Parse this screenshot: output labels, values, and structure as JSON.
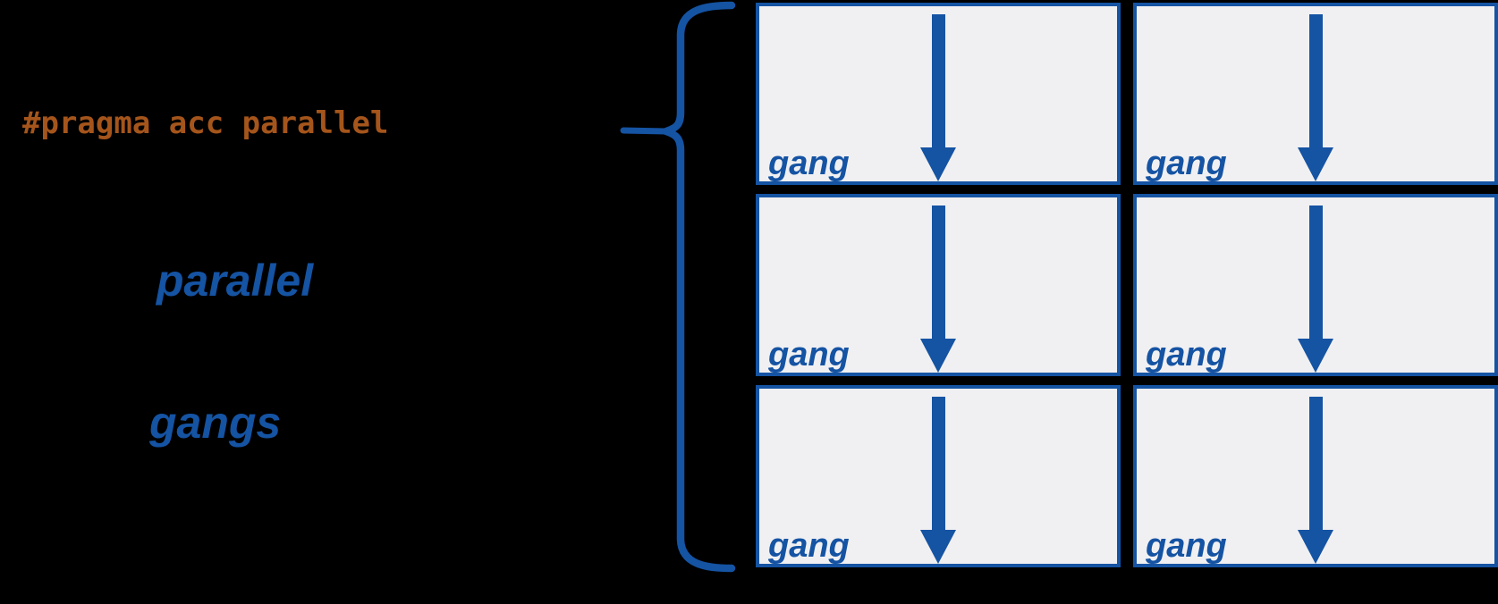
{
  "colors": {
    "background": "#000000",
    "accent_blue": "#1553a3",
    "code_orange": "#a5551b",
    "box_fill": "#f0f0f2"
  },
  "labels": {
    "pragma_directive": "#pragma acc parallel",
    "keyword_parallel": "parallel",
    "keyword_gangs": "gangs"
  },
  "grid": {
    "rows": 3,
    "columns": 2,
    "cells": [
      {
        "label": "gang"
      },
      {
        "label": "gang"
      },
      {
        "label": "gang"
      },
      {
        "label": "gang"
      },
      {
        "label": "gang"
      },
      {
        "label": "gang"
      }
    ]
  }
}
